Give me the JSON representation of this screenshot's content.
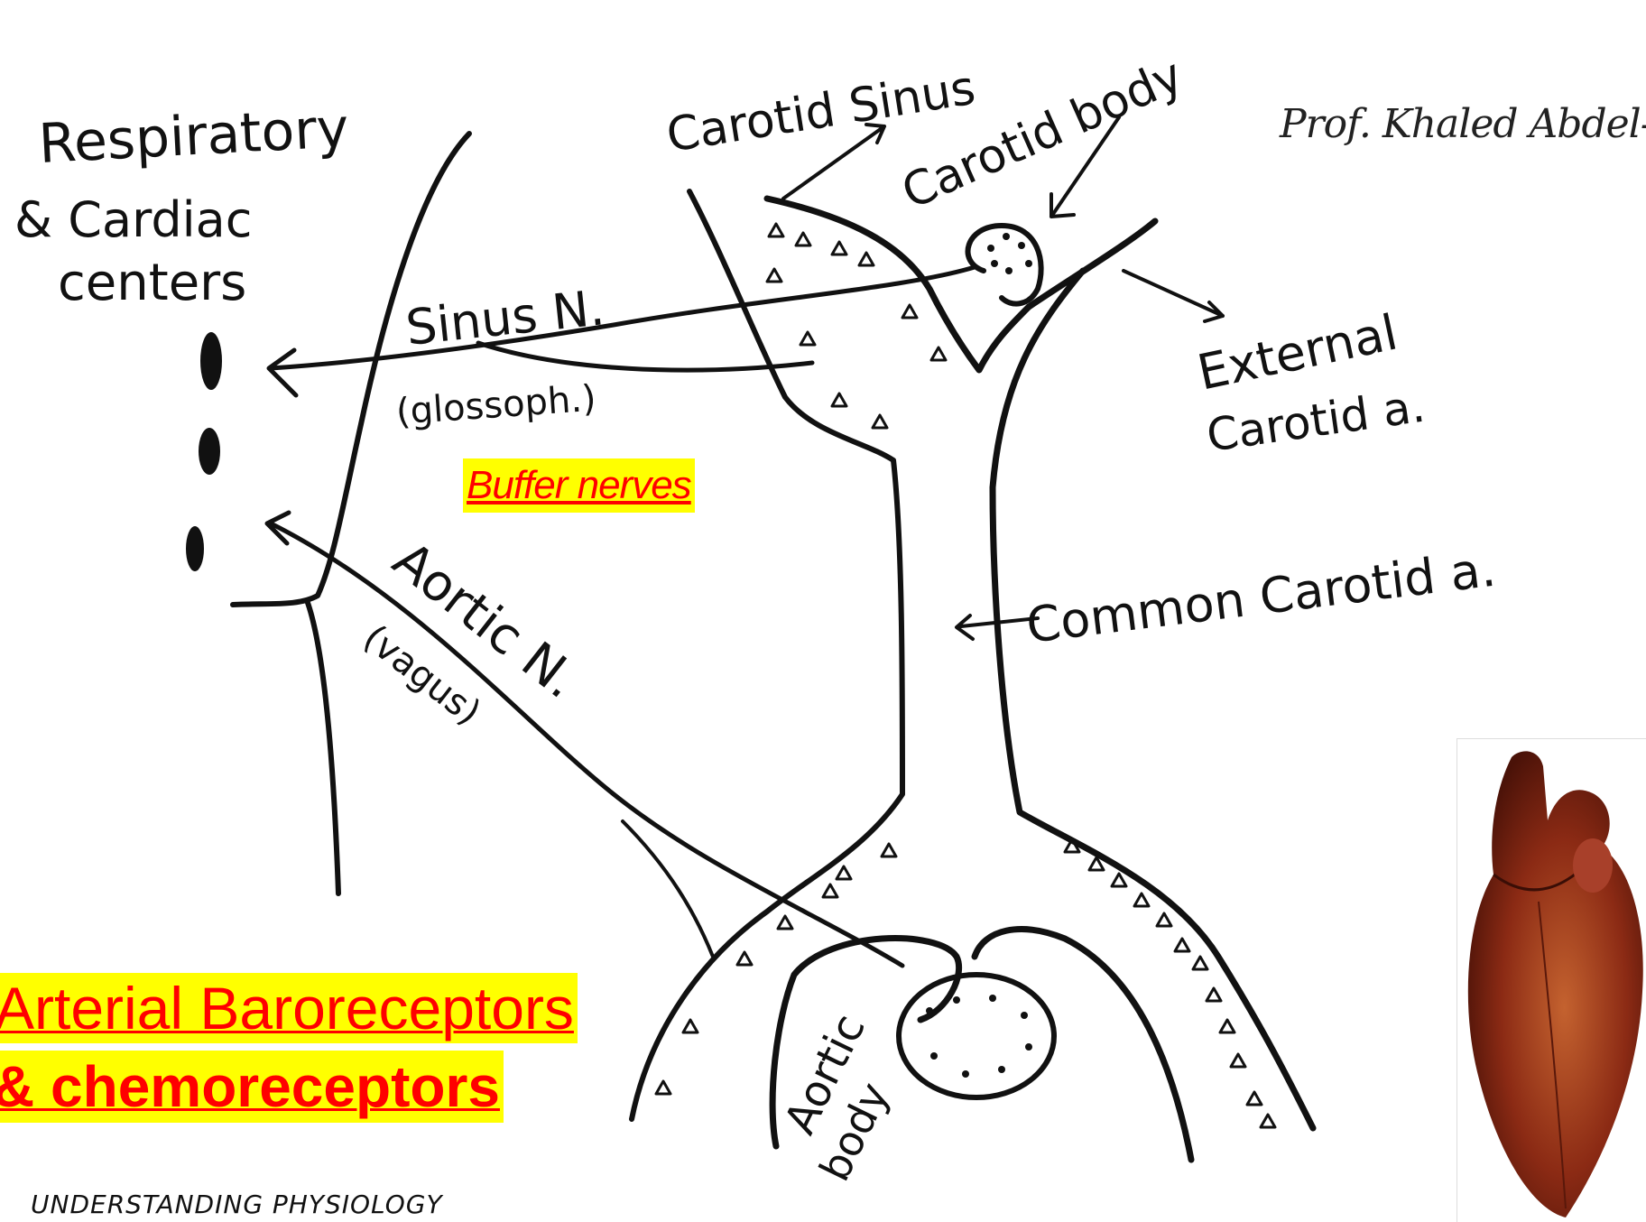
{
  "labels": {
    "centers": [
      "Respiratory",
      "& Cardiac",
      "centers"
    ],
    "sinus_nerve": "Sinus N.",
    "glossoph": "(glossoph.)",
    "aortic_nerve": "Aortic N.",
    "vagus": "(vagus)",
    "carotid_sinus": "Carotid Sinus",
    "carotid_body": "Carotid body",
    "external_carotid": [
      "External",
      "Carotid a."
    ],
    "common_carotid": "Common Carotid a.",
    "aortic_body": [
      "Aortic",
      "body"
    ]
  },
  "author": "Prof. Khaled Abdel-Sat",
  "buffer_label": "Buffer nerves",
  "title": {
    "line1": "Arterial Baroreceptors",
    "line2": "& chemoreceptors"
  },
  "footer": "UNDERSTANDING PHYSIOLOGY",
  "colors": {
    "highlight": "#ffff00",
    "title_text": "#ff0000",
    "ink": "#111111",
    "heart": "#8b2a14"
  }
}
